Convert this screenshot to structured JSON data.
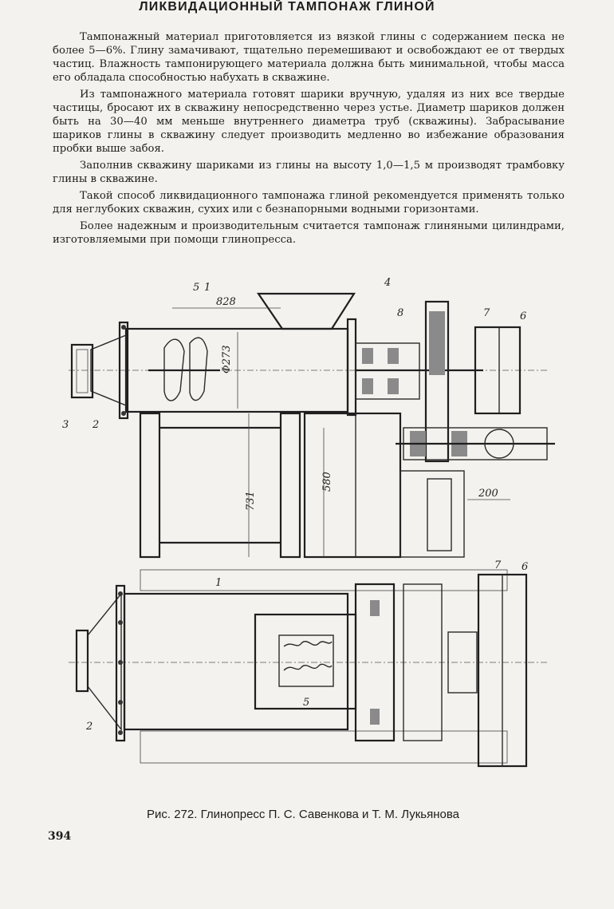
{
  "title": "ЛИКВИДАЦИОННЫЙ ТАМПОНАЖ ГЛИНОЙ",
  "paragraphs": [
    "Тампонажный материал приготовляется из вязкой глины с содержанием песка не более 5—6%. Глину замачивают, тщательно перемешивают и освобождают ее от твердых частиц. Влажность тампонирующего материала должна быть минимальной, чтобы масса его обладала способностью набухать в скважине.",
    "Из тампонажного материала готовят шарики вручную, удаляя из них все твердые частицы, бросают их в скважину непосредственно через устье. Диаметр шариков должен быть на 30—40 мм меньше внутреннего диаметра труб (скважины). Забрасывание шариков глины в скважину следует производить медленно во избежание образования пробки выше забоя.",
    "Заполнив скважину шариками из глины на высоту 1,0—1,5 м производят трамбовку глины в скважине.",
    "Такой способ ликвидационного тампонажа глиной рекомендуется применять только для неглубоких скважин, сухих или с безнапорными водными горизонтами.",
    "Более надежным и производительным считается тампонаж глиняными цилиндрами, изготовляемыми при помощи глинопресса."
  ],
  "drawing": {
    "dimensions": {
      "length": "828",
      "diameter": "Φ273",
      "height_total": "731",
      "height": "580",
      "width": "200"
    },
    "part_labels": [
      "3",
      "2",
      "5",
      "1",
      "4",
      "8",
      "7",
      "6",
      "1",
      "2",
      "5",
      "7",
      "6"
    ]
  },
  "caption": "Рис. 272. Глинопресс П. С. Савенкова и Т. М. Лукьянова",
  "page_number": "394"
}
